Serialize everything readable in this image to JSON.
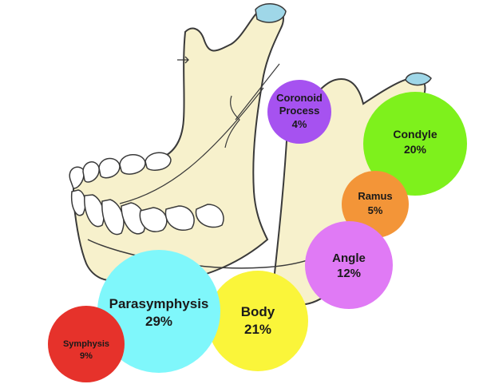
{
  "regions": [
    {
      "id": "coronoid",
      "lines": [
        "Coronoid",
        "Process"
      ],
      "percent": "4%",
      "color": "#a652f0"
    },
    {
      "id": "condyle",
      "lines": [
        "Condyle"
      ],
      "percent": "20%",
      "color": "#7ef11c"
    },
    {
      "id": "ramus",
      "lines": [
        "Ramus"
      ],
      "percent": "5%",
      "color": "#f39538"
    },
    {
      "id": "angle",
      "lines": [
        "Angle"
      ],
      "percent": "12%",
      "color": "#e07af5"
    },
    {
      "id": "body",
      "lines": [
        "Body"
      ],
      "percent": "21%",
      "color": "#faf53a"
    },
    {
      "id": "parasymphysis",
      "lines": [
        "Parasymphysis"
      ],
      "percent": "29%",
      "color": "#7ff7fb"
    },
    {
      "id": "symphysis",
      "lines": [
        "Symphysis"
      ],
      "percent": "9%",
      "color": "#e6322b"
    }
  ],
  "colors": {
    "bone_fill": "#f7f1cc",
    "bone_stroke": "#3a3a3a",
    "cartilage": "#9fd7e8"
  }
}
